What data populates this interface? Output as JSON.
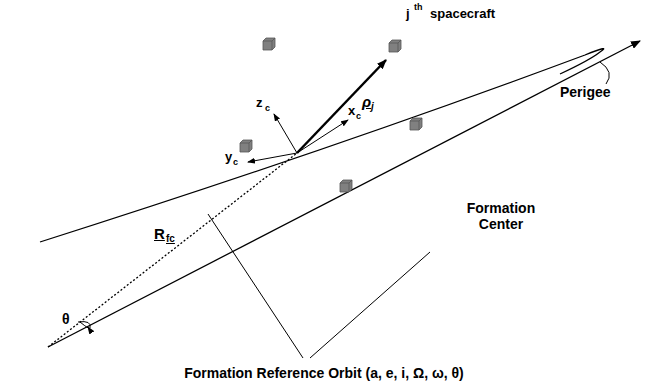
{
  "diagram": {
    "title": "Formation Reference Orbit (a, e, i, Ω, ω, θ)",
    "labels": [
      "j",
      "th",
      "spacecraft",
      "ρ",
      "j",
      "z",
      "c",
      "x",
      "c",
      "y",
      "c",
      "Perigee",
      "Formation Center",
      "R",
      "fc",
      "θ"
    ]
  }
}
